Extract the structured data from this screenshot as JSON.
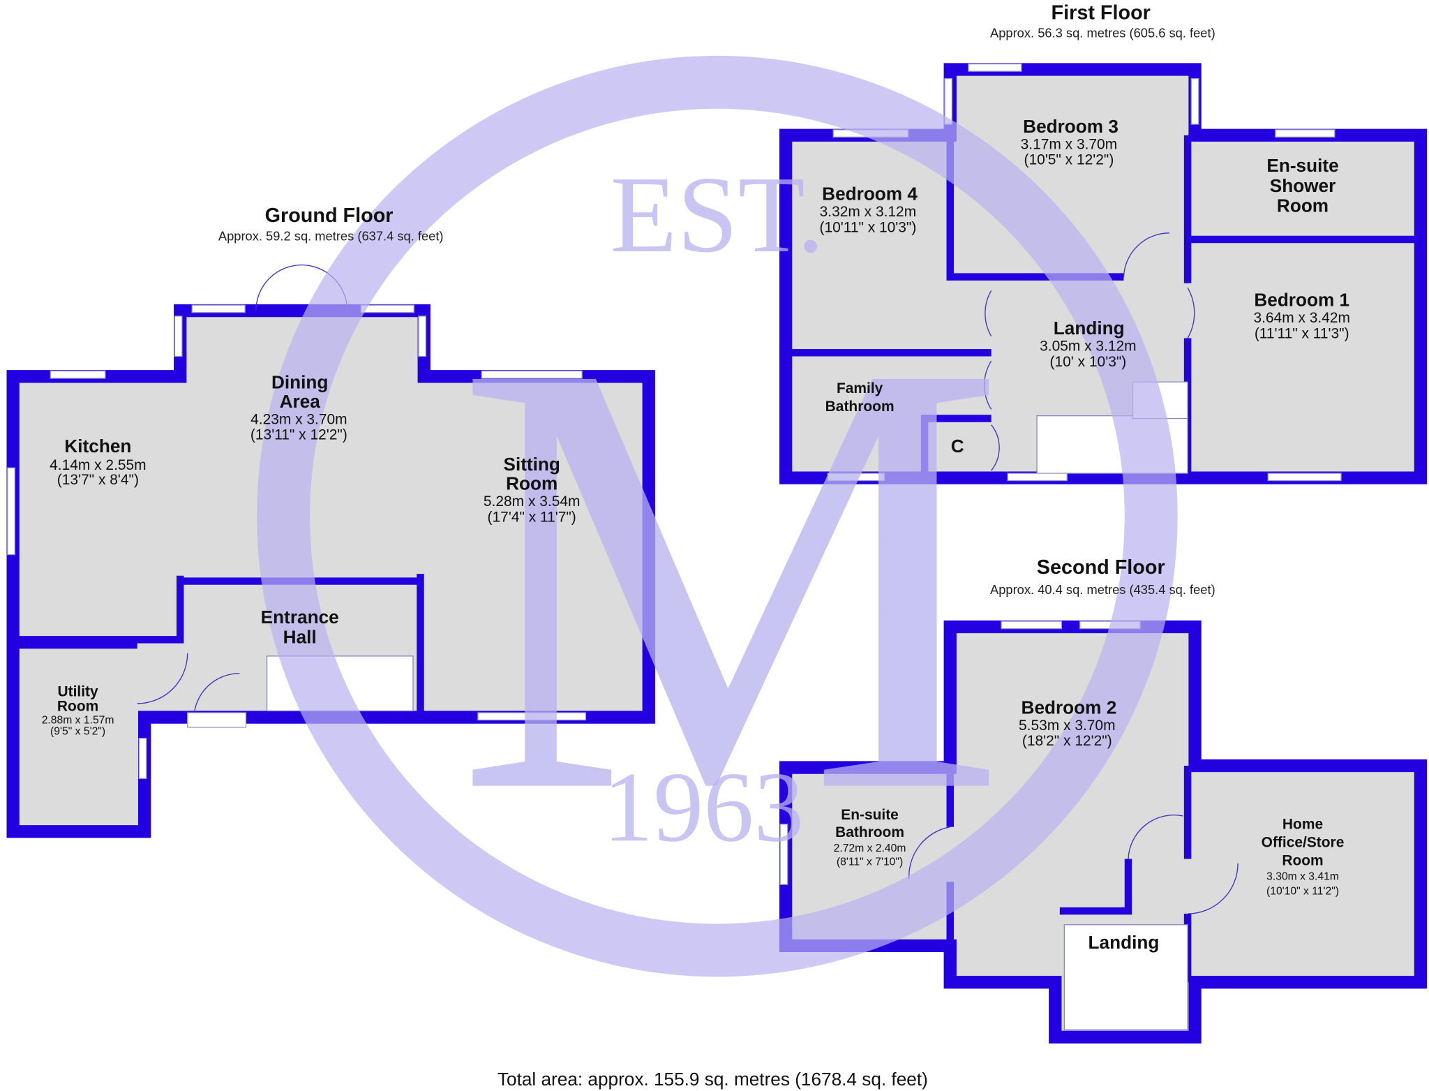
{
  "watermark": {
    "top": "EST.",
    "letter": "M",
    "year": "1963"
  },
  "ground_floor": {
    "title": "Ground Floor",
    "area": "Approx. 59.2 sq. metres (637.4 sq. feet)",
    "rooms": [
      {
        "name": [
          "Kitchen"
        ],
        "metric": "4.14m x 2.55m",
        "imperial": "(13'7\" x 8'4\")"
      },
      {
        "name": [
          "Dining",
          "Area"
        ],
        "metric": "4.23m x 3.70m",
        "imperial": "(13'11\" x 12'2\")"
      },
      {
        "name": [
          "Sitting",
          "Room"
        ],
        "metric": "5.28m x 3.54m",
        "imperial": "(17'4\" x 11'7\")"
      },
      {
        "name": [
          "Entrance",
          "Hall"
        ]
      },
      {
        "name": [
          "Utility",
          "Room"
        ],
        "metric": "2.88m x 1.57m",
        "imperial": "(9'5\" x 5'2\")"
      }
    ]
  },
  "first_floor": {
    "title": "First Floor",
    "area": "Approx. 56.3 sq. metres (605.6 sq. feet)",
    "rooms": [
      {
        "name": [
          "Bedroom 3"
        ],
        "metric": "3.17m x 3.70m",
        "imperial": "(10'5\" x 12'2\")"
      },
      {
        "name": [
          "Bedroom 4"
        ],
        "metric": "3.32m x 3.12m",
        "imperial": "(10'11\" x 10'3\")"
      },
      {
        "name": [
          "En-suite",
          "Shower",
          "Room"
        ]
      },
      {
        "name": [
          "Bedroom 1"
        ],
        "metric": "3.64m x 3.42m",
        "imperial": "(11'11\" x 11'3\")"
      },
      {
        "name": [
          "Landing"
        ],
        "metric": "3.05m x 3.12m",
        "imperial": "(10' x 10'3\")"
      },
      {
        "name": [
          "Family",
          "Bathroom"
        ]
      },
      {
        "name": [
          "C"
        ]
      }
    ]
  },
  "second_floor": {
    "title": "Second Floor",
    "area": "Approx. 40.4 sq. metres (435.4 sq. feet)",
    "rooms": [
      {
        "name": [
          "Bedroom 2"
        ],
        "metric": "5.53m x 3.70m",
        "imperial": "(18'2\" x 12'2\")"
      },
      {
        "name": [
          "En-suite",
          "Bathroom"
        ],
        "metric": "2.72m x 2.40m",
        "imperial": "(8'11\" x 7'10\")"
      },
      {
        "name": [
          "Home",
          "Office/Store",
          "Room"
        ],
        "metric": "3.30m x 3.41m",
        "imperial": "(10'10\" x 11'2\")"
      },
      {
        "name": [
          "Landing"
        ]
      }
    ]
  },
  "total_area": "Total area: approx. 155.9 sq. metres (1678.4 sq. feet)",
  "colors": {
    "wall": "#2200e0",
    "floor": "#dcdcdc",
    "watermark": "#b8b2f0"
  }
}
